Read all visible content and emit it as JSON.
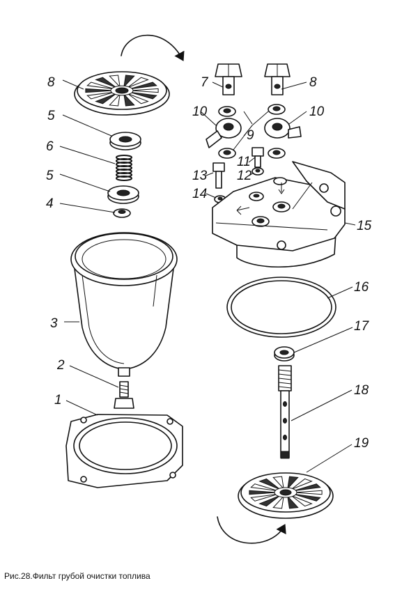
{
  "caption": "Рис.28.Фильт грубой очистки топлива",
  "labels": [
    "1",
    "2",
    "3",
    "4",
    "5",
    "5",
    "6",
    "7",
    "8",
    "8",
    "9",
    "10",
    "10",
    "11",
    "12",
    "13",
    "14",
    "15",
    "16",
    "17",
    "18",
    "19"
  ]
}
